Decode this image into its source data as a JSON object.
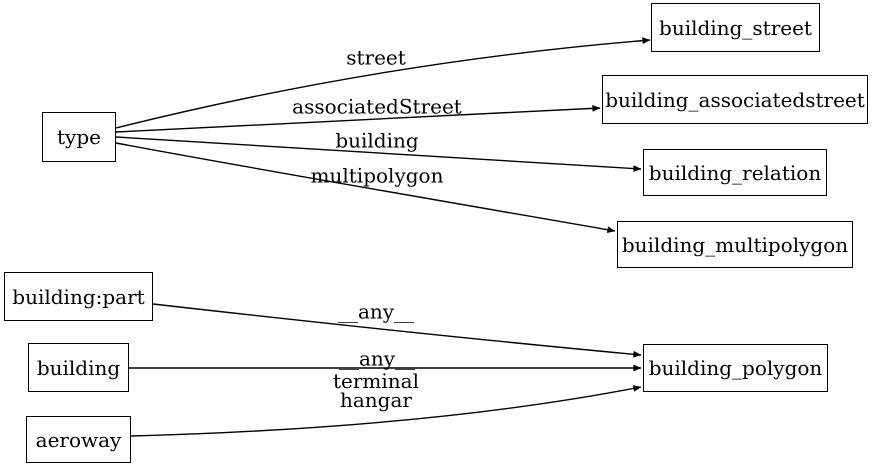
{
  "diagram": {
    "colors": {
      "background": "#ffffff",
      "node_border": "#000000",
      "edge_stroke": "#000000",
      "text": "#000000"
    },
    "nodes": [
      {
        "id": "type",
        "label": "type"
      },
      {
        "id": "building_street",
        "label": "building_street"
      },
      {
        "id": "building_associatedstreet",
        "label": "building_associatedstreet"
      },
      {
        "id": "building_relation",
        "label": "building_relation"
      },
      {
        "id": "building_multipolygon",
        "label": "building_multipolygon"
      },
      {
        "id": "building:part",
        "label": "building:part"
      },
      {
        "id": "building",
        "label": "building"
      },
      {
        "id": "aeroway",
        "label": "aeroway"
      },
      {
        "id": "building_polygon",
        "label": "building_polygon"
      }
    ],
    "edges": [
      {
        "from": "type",
        "to": "building_street",
        "label": "street"
      },
      {
        "from": "type",
        "to": "building_associatedstreet",
        "label": "associatedStreet"
      },
      {
        "from": "type",
        "to": "building_relation",
        "label": "building"
      },
      {
        "from": "type",
        "to": "building_multipolygon",
        "label": "multipolygon"
      },
      {
        "from": "building:part",
        "to": "building_polygon",
        "label": "__any__"
      },
      {
        "from": "building",
        "to": "building_polygon",
        "label": "__any__"
      },
      {
        "from": "aeroway",
        "to": "building_polygon",
        "label": "terminal\nhangar",
        "label_lines": [
          "terminal",
          "hangar"
        ]
      }
    ]
  }
}
